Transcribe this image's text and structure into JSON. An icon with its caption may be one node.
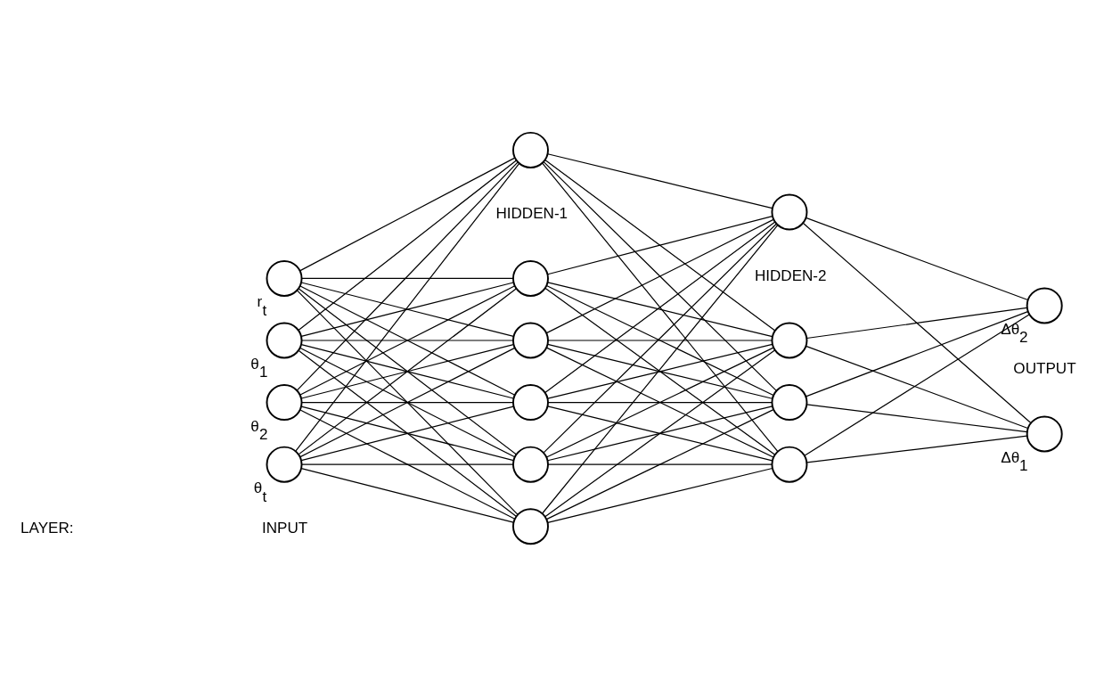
{
  "diagram": {
    "nodes": [
      {
        "text": [],
        "shape": "circle",
        "beside": [
          "θ$_{1}$"
        ]
      },
      {
        "text": [],
        "shape": "circle",
        "beside": [
          "θ$_{2}$"
        ]
      },
      {
        "text": [],
        "shape": "circle",
        "beside": [
          "θ$_{t}$"
        ]
      },
      {
        "text": [],
        "shape": "circle",
        "beside": [
          "r$_{t}$"
        ]
      },
      {
        "text": [],
        "shape": "circle"
      },
      {
        "text": [],
        "shape": "circle"
      },
      {
        "text": [],
        "shape": "circle"
      },
      {
        "text": [],
        "shape": "circle"
      },
      {
        "text": [],
        "shape": "circle"
      },
      {
        "text": [],
        "shape": "circle"
      },
      {
        "text": [],
        "shape": "circle"
      },
      {
        "text": [],
        "shape": "circle"
      },
      {
        "text": [],
        "shape": "circle"
      },
      {
        "text": [],
        "shape": "circle"
      },
      {
        "text": [],
        "shape": "circle",
        "beside": [
          "Δθ$_{1}$"
        ]
      },
      {
        "text": [],
        "shape": "circle",
        "beside": [
          "Δθ$_{2}$"
        ]
      }
    ],
    "edges": [
      {
        "from": 0,
        "to": 4,
        "arrow": "none"
      },
      {
        "from": 0,
        "to": 5,
        "arrow": "none"
      },
      {
        "from": 0,
        "to": 6,
        "arrow": "none"
      },
      {
        "from": 0,
        "to": 7,
        "arrow": "none"
      },
      {
        "from": 0,
        "to": 8,
        "arrow": "none"
      },
      {
        "from": 0,
        "to": 9,
        "arrow": "none"
      },
      {
        "from": 1,
        "to": 4,
        "arrow": "none"
      },
      {
        "from": 1,
        "to": 5,
        "arrow": "none"
      },
      {
        "from": 1,
        "to": 6,
        "arrow": "none"
      },
      {
        "from": 1,
        "to": 7,
        "arrow": "none"
      },
      {
        "from": 1,
        "to": 8,
        "arrow": "none"
      },
      {
        "from": 1,
        "to": 9,
        "arrow": "none"
      },
      {
        "from": 2,
        "to": 4,
        "arrow": "none"
      },
      {
        "from": 2,
        "to": 5,
        "arrow": "none"
      },
      {
        "from": 2,
        "to": 6,
        "arrow": "none"
      },
      {
        "from": 2,
        "to": 7,
        "arrow": "none"
      },
      {
        "from": 2,
        "to": 8,
        "arrow": "none"
      },
      {
        "from": 2,
        "to": 9,
        "arrow": "none"
      },
      {
        "from": 3,
        "to": 4,
        "arrow": "none"
      },
      {
        "from": 3,
        "to": 5,
        "arrow": "none"
      },
      {
        "from": 3,
        "to": 6,
        "arrow": "none"
      },
      {
        "from": 3,
        "to": 7,
        "arrow": "none"
      },
      {
        "from": 3,
        "to": 8,
        "arrow": "none"
      },
      {
        "from": 3,
        "to": 9,
        "arrow": "none"
      },
      {
        "from": 4,
        "to": 10,
        "arrow": "none"
      },
      {
        "from": 4,
        "to": 11,
        "arrow": "none"
      },
      {
        "from": 4,
        "to": 12,
        "arrow": "none"
      },
      {
        "from": 4,
        "to": 13,
        "arrow": "none"
      },
      {
        "from": 5,
        "to": 10,
        "arrow": "none"
      },
      {
        "from": 5,
        "to": 11,
        "arrow": "none"
      },
      {
        "from": 5,
        "to": 12,
        "arrow": "none"
      },
      {
        "from": 5,
        "to": 13,
        "arrow": "none"
      },
      {
        "from": 6,
        "to": 10,
        "arrow": "none"
      },
      {
        "from": 6,
        "to": 11,
        "arrow": "none"
      },
      {
        "from": 6,
        "to": 12,
        "arrow": "none"
      },
      {
        "from": 6,
        "to": 13,
        "arrow": "none"
      },
      {
        "from": 7,
        "to": 10,
        "arrow": "none"
      },
      {
        "from": 7,
        "to": 11,
        "arrow": "none"
      },
      {
        "from": 7,
        "to": 12,
        "arrow": "none"
      },
      {
        "from": 7,
        "to": 13,
        "arrow": "none"
      },
      {
        "from": 8,
        "to": 10,
        "arrow": "none"
      },
      {
        "from": 8,
        "to": 11,
        "arrow": "none"
      },
      {
        "from": 8,
        "to": 12,
        "arrow": "none"
      },
      {
        "from": 8,
        "to": 13,
        "arrow": "none"
      },
      {
        "from": 9,
        "to": 10,
        "arrow": "none"
      },
      {
        "from": 9,
        "to": 11,
        "arrow": "none"
      },
      {
        "from": 9,
        "to": 12,
        "arrow": "none"
      },
      {
        "from": 9,
        "to": 13,
        "arrow": "none"
      },
      {
        "from": 10,
        "to": 14,
        "arrow": "none"
      },
      {
        "from": 10,
        "to": 15,
        "arrow": "none"
      },
      {
        "from": 11,
        "to": 14,
        "arrow": "none"
      },
      {
        "from": 11,
        "to": 15,
        "arrow": "none"
      },
      {
        "from": 12,
        "to": 14,
        "arrow": "none"
      },
      {
        "from": 12,
        "to": 15,
        "arrow": "none"
      },
      {
        "from": 13,
        "to": 14,
        "arrow": "none"
      },
      {
        "from": 13,
        "to": 15,
        "arrow": "none"
      }
    ],
    "labels": [
      "LAYER:",
      "INPUT",
      "HIDDEN-1",
      "HIDDEN-2",
      "OUTPUT"
    ]
  }
}
